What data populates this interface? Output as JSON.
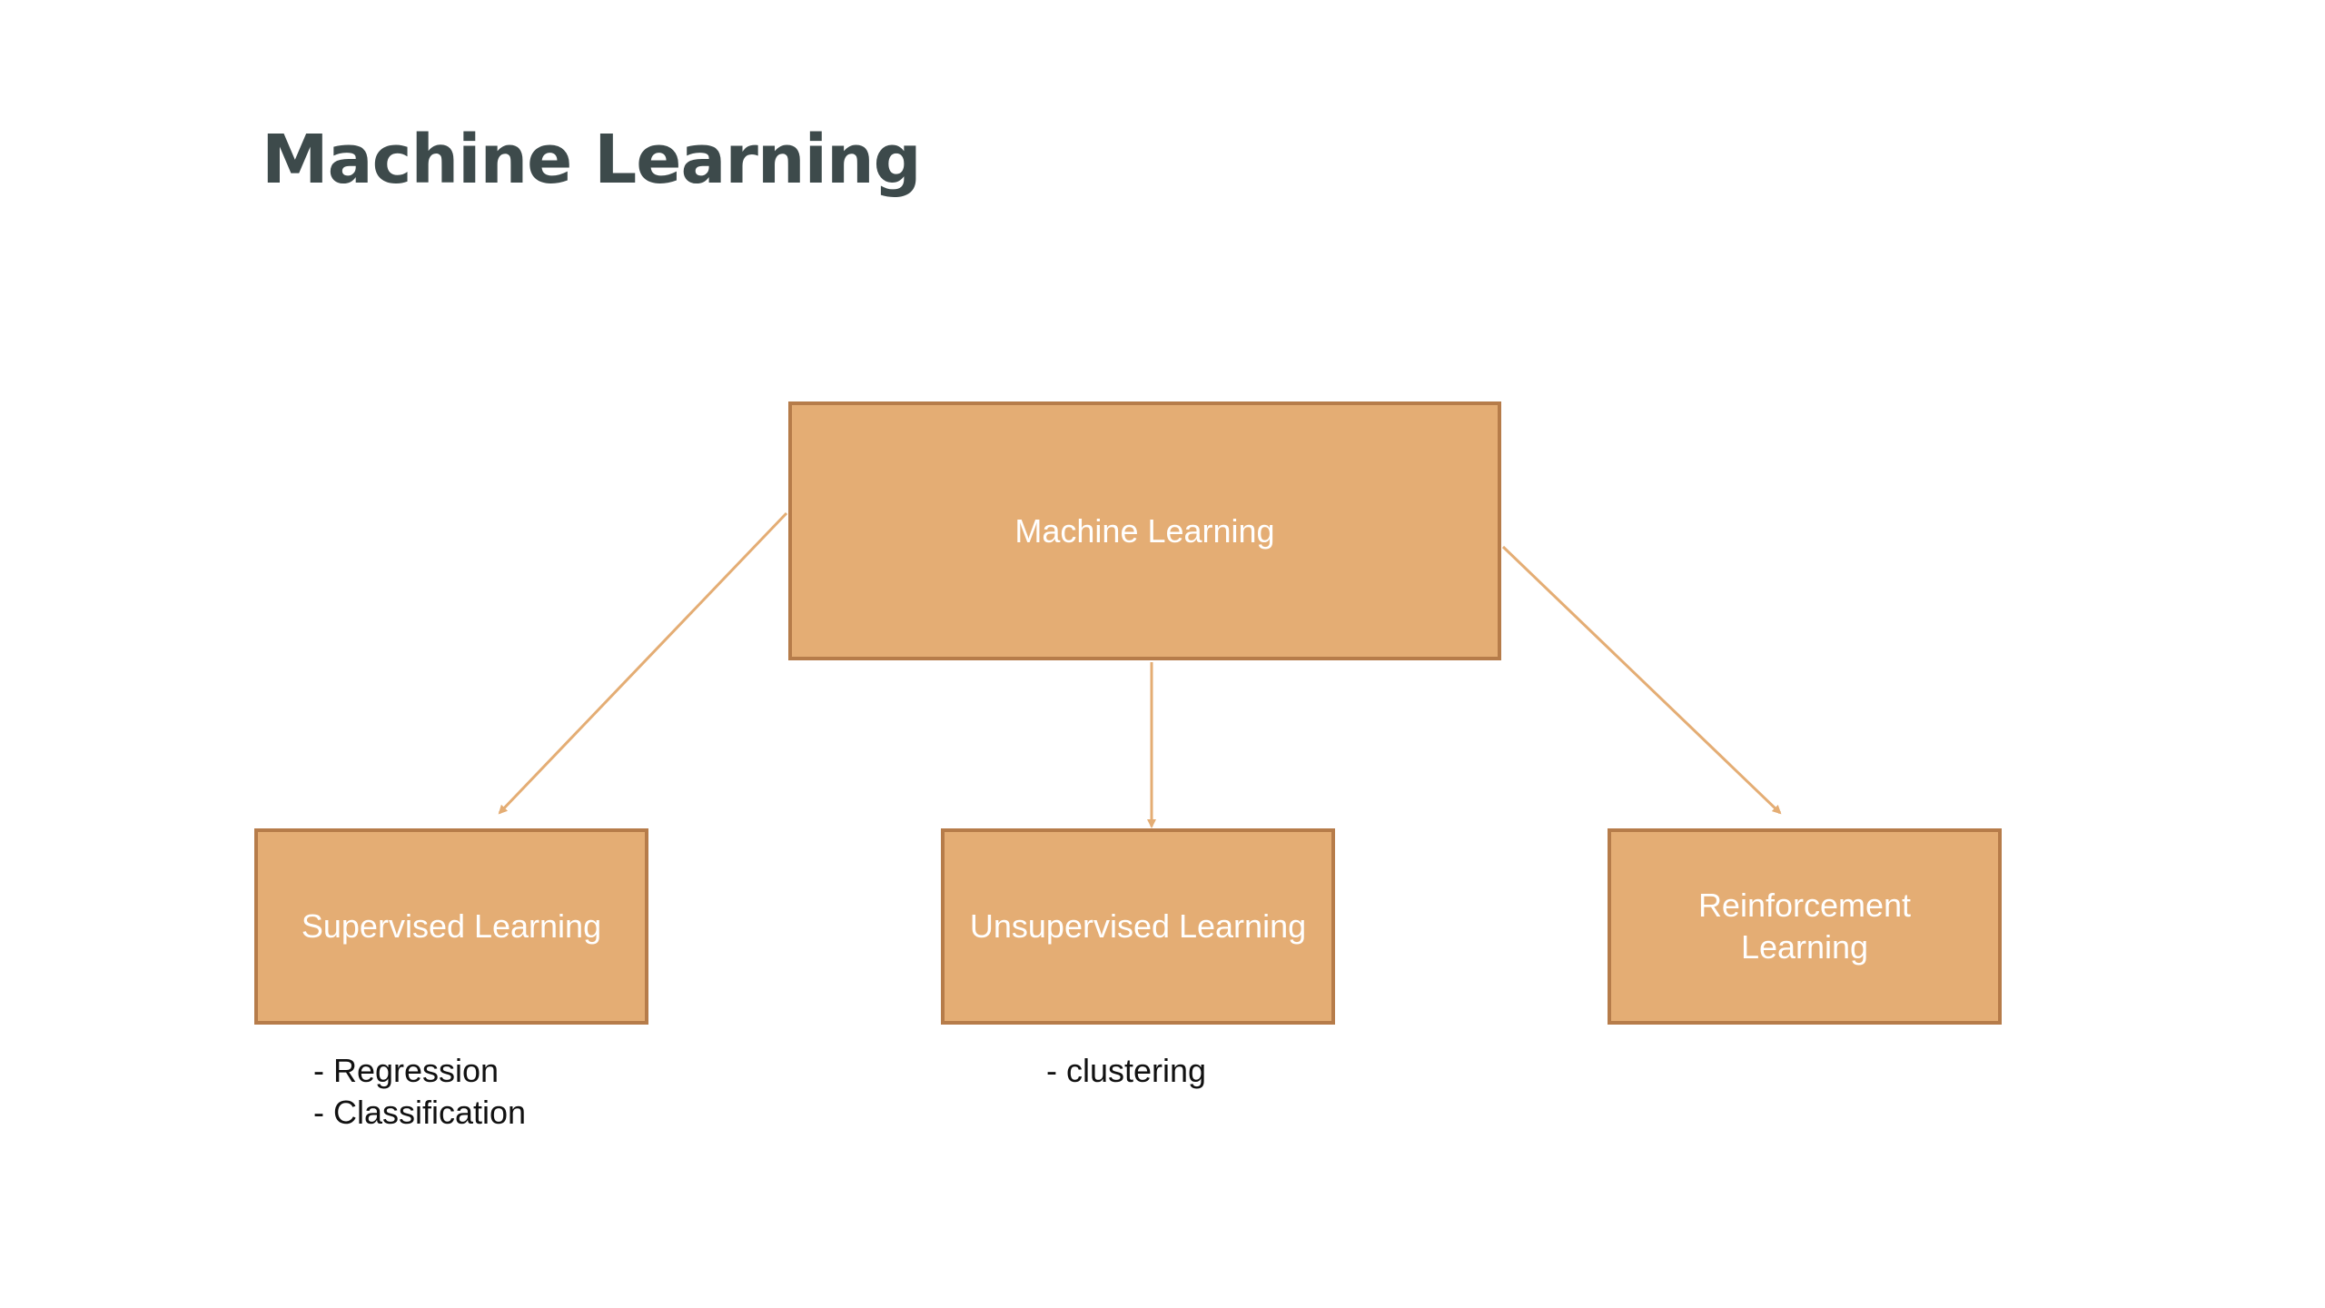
{
  "title": "Machine Learning",
  "colors": {
    "box_fill": "#e4ad74",
    "box_border": "#b67c4a",
    "connector": "#e4ad74",
    "title_text": "#3d4a4b"
  },
  "diagram": {
    "root": {
      "label": "Machine Learning"
    },
    "children": [
      {
        "label": "Supervised Learning",
        "notes": [
          "- Regression",
          "- Classification"
        ]
      },
      {
        "label": "Unsupervised Learning",
        "notes": [
          "- clustering"
        ]
      },
      {
        "label": "Reinforcement Learning",
        "notes": []
      }
    ]
  }
}
